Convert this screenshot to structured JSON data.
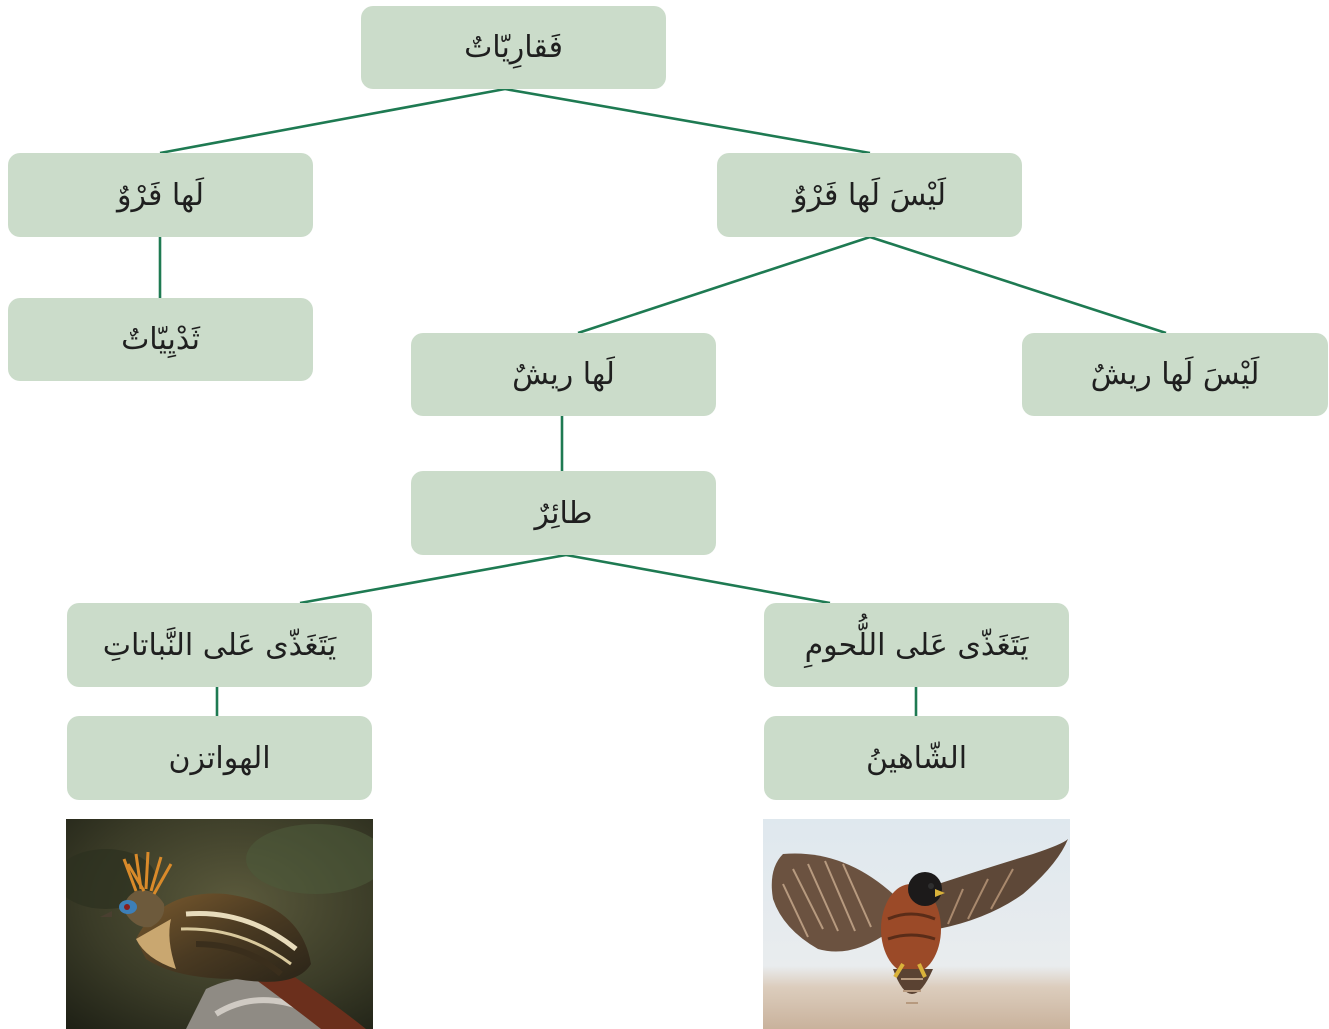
{
  "diagram": {
    "root": {
      "label": "فَقارِيّاتٌ"
    },
    "has_fur": {
      "label": "لَها فَرْوٌ"
    },
    "no_fur": {
      "label": "لَيْسَ لَها فَرْوٌ"
    },
    "mammals": {
      "label": "ثَدْيِيّاتٌ"
    },
    "has_feathers": {
      "label": "لَها ريشٌ"
    },
    "no_feathers": {
      "label": "لَيْسَ لَها ريشٌ"
    },
    "bird": {
      "label": "طائِرٌ"
    },
    "eats_plants": {
      "label": "يَتَغَذّى عَلى النَّباتاتِ"
    },
    "eats_meat": {
      "label": "يَتَغَذّى عَلى اللُّحومِ"
    },
    "hoatzin": {
      "label": "الهواتزن"
    },
    "falcon": {
      "label": "الشّاهينُ"
    }
  },
  "colors": {
    "node_fill": "#cbdcca",
    "connector": "#1e7a52",
    "text": "#1f1f1f"
  },
  "photos": {
    "hoatzin_icon": "hoatzin-bird-photo",
    "falcon_icon": "falcon-bird-photo"
  }
}
